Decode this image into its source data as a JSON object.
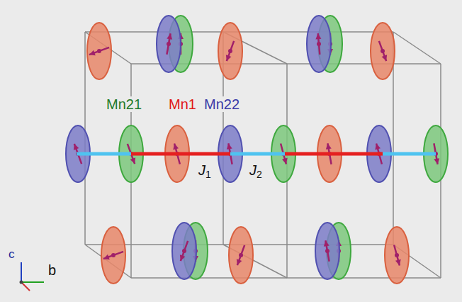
{
  "diagram": {
    "labels": [
      "Mn21",
      "Mn1",
      "Mn22",
      "J1",
      "J2",
      "c",
      "b"
    ]
  }
}
